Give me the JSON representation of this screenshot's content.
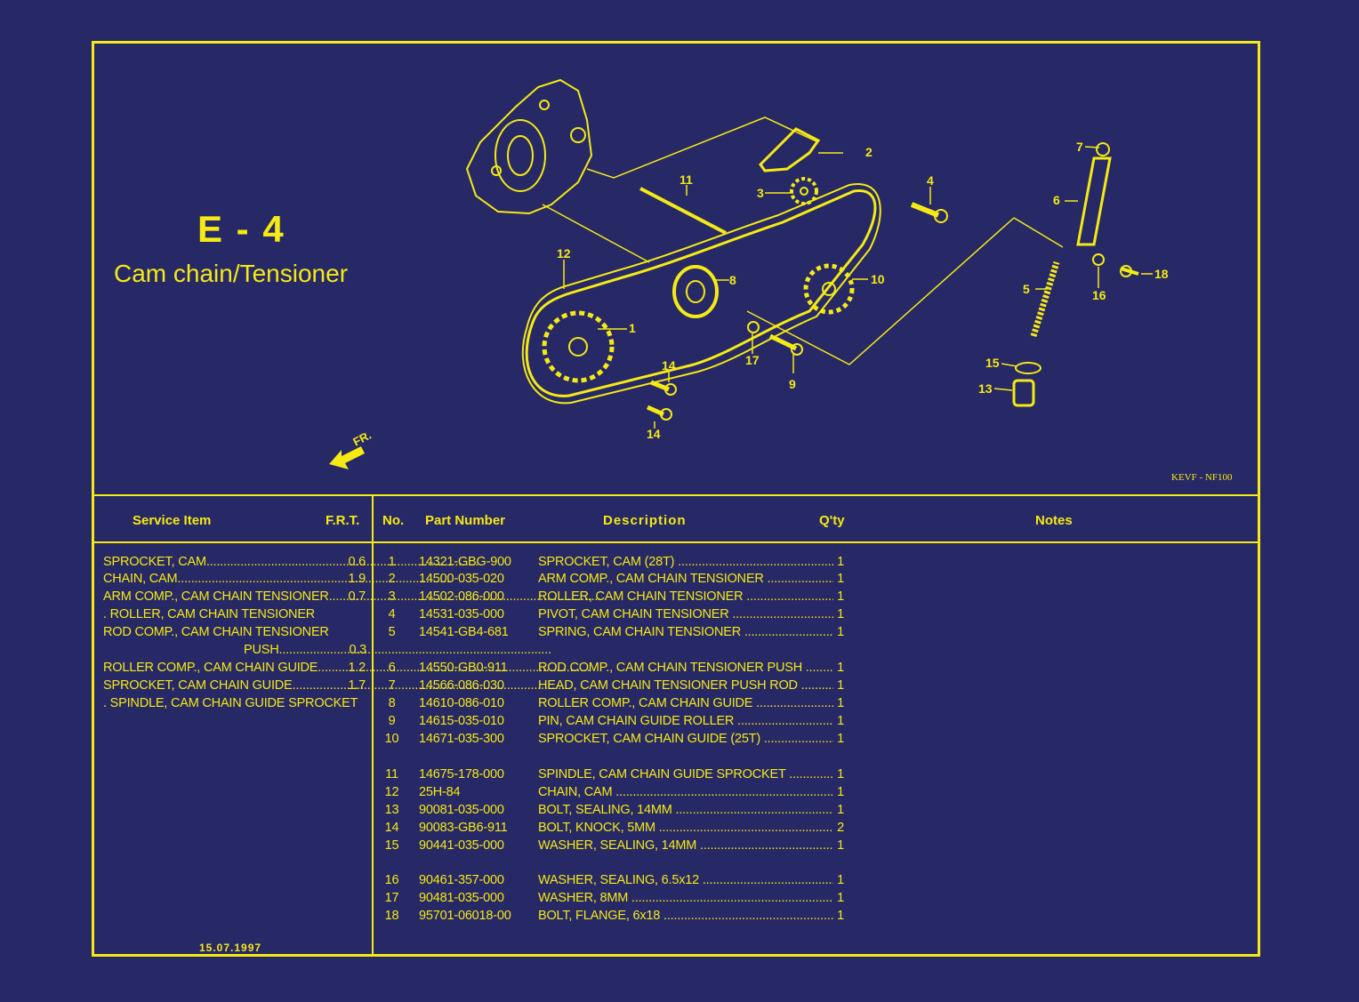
{
  "header": {
    "section_code": "E - 4",
    "section_title": "Cam chain/Tensioner",
    "front_marker": "FR.",
    "sheet_code": "KEVF - NF100"
  },
  "colors": {
    "background": "#272866",
    "line": "#f5ea14"
  },
  "diagram": {
    "callouts": [
      "1",
      "2",
      "3",
      "4",
      "5",
      "6",
      "7",
      "8",
      "9",
      "10",
      "11",
      "12",
      "13",
      "14",
      "14",
      "15",
      "16",
      "17",
      "18"
    ]
  },
  "columns": {
    "service_item": "Service Item",
    "frt": "F.R.T.",
    "no": "No.",
    "part_number": "Part Number",
    "description": "Description",
    "qty": "Q'ty",
    "notes": "Notes"
  },
  "service_items": [
    {
      "name": "SPROCKET, CAM",
      "frt": "0.6"
    },
    {
      "name": "CHAIN, CAM",
      "frt": "1.9"
    },
    {
      "name": "ARM COMP., CAM CHAIN TENSIONER",
      "frt": "0.7"
    },
    {
      "name": ". ROLLER, CAM CHAIN TENSIONER",
      "frt": ""
    },
    {
      "name": "ROD COMP., CAM CHAIN TENSIONER",
      "frt": ""
    },
    {
      "name": "PUSH",
      "frt": "0.3"
    },
    {
      "name": "ROLLER COMP., CAM CHAIN GUIDE",
      "frt": "1.2"
    },
    {
      "name": "SPROCKET, CAM CHAIN GUIDE",
      "frt": "1.7"
    },
    {
      "name": ". SPINDLE, CAM CHAIN GUIDE SPROCKET",
      "frt": ""
    }
  ],
  "parts": [
    {
      "no": "1",
      "part": "14321-GBG-900",
      "desc": "SPROCKET, CAM (28T)",
      "qty": "1"
    },
    {
      "no": "2",
      "part": "14500-035-020",
      "desc": "ARM COMP., CAM CHAIN TENSIONER",
      "qty": "1"
    },
    {
      "no": "3",
      "part": "14502-086-000",
      "desc": "ROLLER, CAM CHAIN TENSIONER",
      "qty": "1"
    },
    {
      "no": "4",
      "part": "14531-035-000",
      "desc": "PIVOT, CAM CHAIN TENSIONER",
      "qty": "1"
    },
    {
      "no": "5",
      "part": "14541-GB4-681",
      "desc": "SPRING, CAM CHAIN TENSIONER",
      "qty": "1"
    },
    {
      "no": "6",
      "part": "14550-GB0-911",
      "desc": "ROD COMP., CAM CHAIN TENSIONER PUSH",
      "qty": "1"
    },
    {
      "no": "7",
      "part": "14566-086-030",
      "desc": "HEAD, CAM CHAIN TENSIONER PUSH ROD",
      "qty": "1"
    },
    {
      "no": "8",
      "part": "14610-086-010",
      "desc": "ROLLER COMP., CAM CHAIN GUIDE",
      "qty": "1"
    },
    {
      "no": "9",
      "part": "14615-035-010",
      "desc": "PIN, CAM CHAIN GUIDE ROLLER",
      "qty": "1"
    },
    {
      "no": "10",
      "part": "14671-035-300",
      "desc": "SPROCKET, CAM CHAIN GUIDE (25T)",
      "qty": "1"
    },
    {
      "no": "11",
      "part": "14675-178-000",
      "desc": "SPINDLE, CAM CHAIN GUIDE SPROCKET",
      "qty": "1"
    },
    {
      "no": "12",
      "part": "25H-84",
      "desc": "CHAIN, CAM",
      "qty": "1"
    },
    {
      "no": "13",
      "part": "90081-035-000",
      "desc": "BOLT, SEALING, 14MM",
      "qty": "1"
    },
    {
      "no": "14",
      "part": "90083-GB6-911",
      "desc": "BOLT, KNOCK, 5MM",
      "qty": "2"
    },
    {
      "no": "15",
      "part": "90441-035-000",
      "desc": "WASHER, SEALING, 14MM",
      "qty": "1"
    },
    {
      "no": "16",
      "part": "90461-357-000",
      "desc": "WASHER, SEALING, 6.5x12",
      "qty": "1"
    },
    {
      "no": "17",
      "part": "90481-035-000",
      "desc": "WASHER, 8MM",
      "qty": "1"
    },
    {
      "no": "18",
      "part": "95701-06018-00",
      "desc": "BOLT, FLANGE, 6x18",
      "qty": "1"
    }
  ],
  "footer": {
    "date": "15.07.1997"
  }
}
